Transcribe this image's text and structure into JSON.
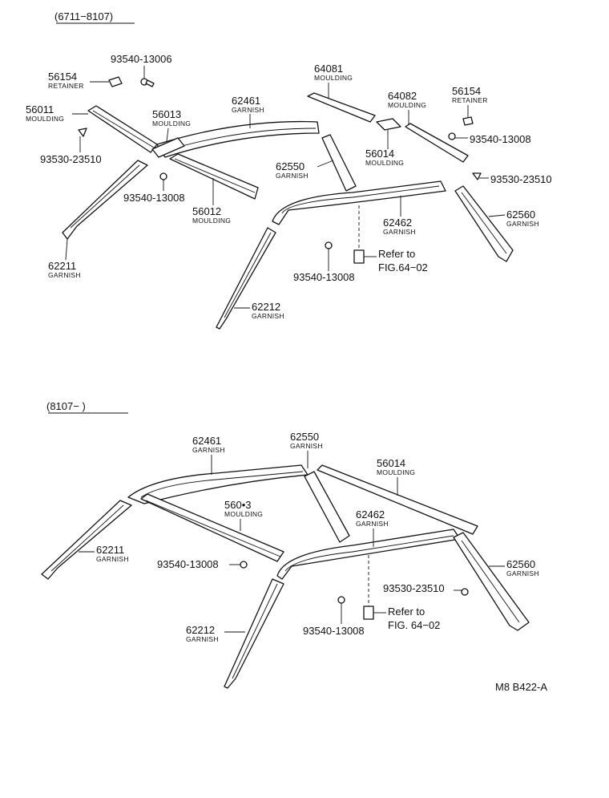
{
  "section_top": {
    "header": "(6711−8107)",
    "labels": [
      {
        "id": "p56154a",
        "num": "56154",
        "name": "RETAINER"
      },
      {
        "id": "b93540_13006",
        "num": "93540-13006",
        "name": ""
      },
      {
        "id": "p56011",
        "num": "56011",
        "name": "MOULDING"
      },
      {
        "id": "p56013",
        "num": "56013",
        "name": "MOULDING"
      },
      {
        "id": "p62461",
        "num": "62461",
        "name": "GARNISH"
      },
      {
        "id": "p64081",
        "num": "64081",
        "name": "MOULDING"
      },
      {
        "id": "p64082",
        "num": "64082",
        "name": "MOULDING"
      },
      {
        "id": "p56154b",
        "num": "56154",
        "name": "RETAINER"
      },
      {
        "id": "s93530a",
        "num": "93530-23510",
        "name": ""
      },
      {
        "id": "p56014",
        "num": "56014",
        "name": "MOULDING"
      },
      {
        "id": "b93540b",
        "num": "93540-13008",
        "name": ""
      },
      {
        "id": "p62550",
        "num": "62550",
        "name": "GARNISH"
      },
      {
        "id": "b93540a",
        "num": "93540-13008",
        "name": ""
      },
      {
        "id": "s93530b",
        "num": "93530-23510",
        "name": ""
      },
      {
        "id": "p56012",
        "num": "56012",
        "name": "MOULDING"
      },
      {
        "id": "p62462",
        "num": "62462",
        "name": "GARNISH"
      },
      {
        "id": "p62560",
        "num": "62560",
        "name": "GARNISH"
      },
      {
        "id": "p62211",
        "num": "62211",
        "name": "GARNISH"
      },
      {
        "id": "b93540c",
        "num": "93540-13008",
        "name": ""
      },
      {
        "id": "p62212",
        "num": "62212",
        "name": "GARNISH"
      }
    ],
    "refer": {
      "line1": "Refer to",
      "line2": "FIG.64−02"
    }
  },
  "section_bottom": {
    "header": "(8107−        )",
    "labels": [
      {
        "id": "q62461",
        "num": "62461",
        "name": "GARNISH"
      },
      {
        "id": "q62550",
        "num": "62550",
        "name": "GARNISH"
      },
      {
        "id": "q56014",
        "num": "56014",
        "name": "MOULDING"
      },
      {
        "id": "q56013",
        "num": "560•3",
        "name": "MOULDING"
      },
      {
        "id": "q62462",
        "num": "62462",
        "name": "GARNISH"
      },
      {
        "id": "q62211",
        "num": "62211",
        "name": "GARNISH"
      },
      {
        "id": "q93540a",
        "num": "93540-13008",
        "name": ""
      },
      {
        "id": "q62560",
        "num": "62560",
        "name": "GARNISH"
      },
      {
        "id": "q93530",
        "num": "93530-23510",
        "name": ""
      },
      {
        "id": "q62212",
        "num": "62212",
        "name": "GARNISH"
      },
      {
        "id": "q93540b",
        "num": "93540-13008",
        "name": ""
      }
    ],
    "refer": {
      "line1": "Refer to",
      "line2": "FIG. 64−02"
    }
  },
  "figure_code": "M8 B422-A"
}
